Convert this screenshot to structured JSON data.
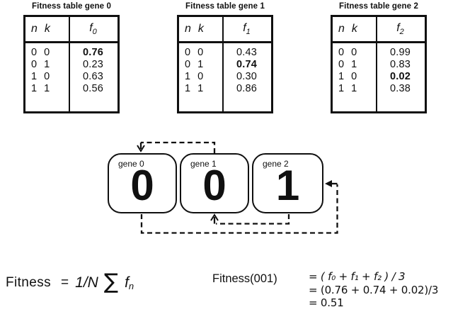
{
  "colors": {
    "ink": "#101010",
    "background": "#ffffff"
  },
  "tables": [
    {
      "caption": "Fitness table gene 0",
      "col_n": "n",
      "col_k": "k",
      "f_base": "f",
      "f_sub": "0",
      "rows": [
        {
          "n": "0",
          "k": "0",
          "value": "0.76",
          "bold": true
        },
        {
          "n": "0",
          "k": "1",
          "value": "0.23",
          "bold": false
        },
        {
          "n": "1",
          "k": "0",
          "value": "0.63",
          "bold": false
        },
        {
          "n": "1",
          "k": "1",
          "value": "0.56",
          "bold": false
        }
      ]
    },
    {
      "caption": "Fitness table gene 1",
      "col_n": "n",
      "col_k": "k",
      "f_base": "f",
      "f_sub": "1",
      "rows": [
        {
          "n": "0",
          "k": "0",
          "value": "0.43",
          "bold": false
        },
        {
          "n": "0",
          "k": "1",
          "value": "0.74",
          "bold": true
        },
        {
          "n": "1",
          "k": "0",
          "value": "0.30",
          "bold": false
        },
        {
          "n": "1",
          "k": "1",
          "value": "0.86",
          "bold": false
        }
      ]
    },
    {
      "caption": "Fitness table gene 2",
      "col_n": "n",
      "col_k": "k",
      "f_base": "f",
      "f_sub": "2",
      "rows": [
        {
          "n": "0",
          "k": "0",
          "value": "0.99",
          "bold": false
        },
        {
          "n": "0",
          "k": "1",
          "value": "0.83",
          "bold": false
        },
        {
          "n": "1",
          "k": "0",
          "value": "0.02",
          "bold": true
        },
        {
          "n": "1",
          "k": "1",
          "value": "0.38",
          "bold": false
        }
      ]
    }
  ],
  "genome": {
    "genes": [
      {
        "label": "gene 0",
        "value": "0"
      },
      {
        "label": "gene 1",
        "value": "0"
      },
      {
        "label": "gene 2",
        "value": "1"
      }
    ]
  },
  "formulas": {
    "general": {
      "label": "Fitness",
      "equals": "=",
      "coef": "1/N",
      "sigma": "∑",
      "f_base": "f",
      "f_sub": "n"
    },
    "example": {
      "label": "Fitness(001)",
      "lines": [
        "= ( f₀ + f₁ + f₂ ) / 3",
        "= (0.76 + 0.74 + 0.02)/3",
        "= 0.51"
      ]
    }
  }
}
